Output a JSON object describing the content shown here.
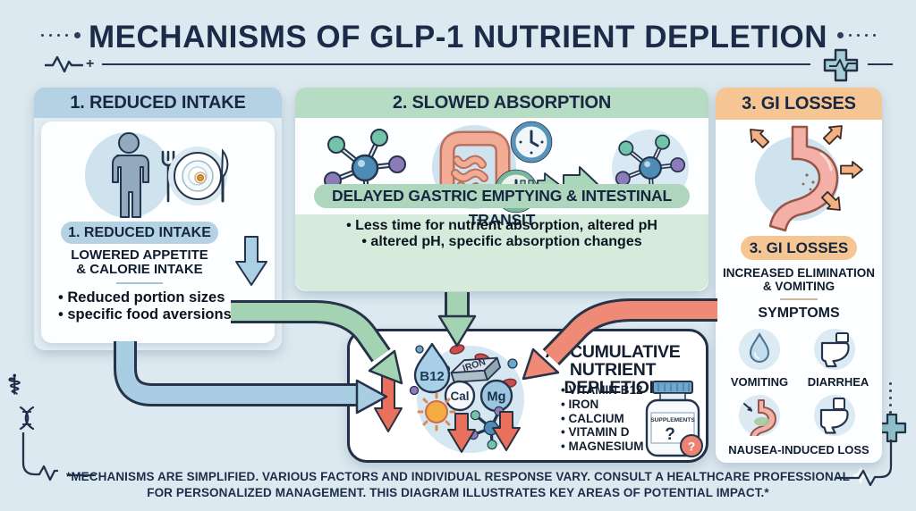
{
  "title": "MECHANISMS OF GLP-1 NUTRIENT DEPLETION",
  "decorations": {
    "plus": "+"
  },
  "panels": {
    "reduced_intake": {
      "header": "1. REDUCED INTAKE",
      "pill": "1. REDUCED INTAKE",
      "subtitle_line1": "LOWERED APPETITE",
      "subtitle_line2": "& CALORIE INTAKE",
      "bullets": [
        "Reduced portion sizes",
        "specific food aversions"
      ]
    },
    "slowed_absorption": {
      "header": "2. SLOWED ABSORPTION",
      "pill": "DELAYED GASTRIC EMPTYING & INTESTINAL TRANSIT",
      "bullets": [
        "Less time for nutrient absorption, altered pH",
        "altered pH, specific absorption changes"
      ]
    },
    "gi_losses": {
      "header": "3. GI LOSSES",
      "pill": "3. GI LOSSES",
      "subtitle_line1": "INCREASED ELIMINATION",
      "subtitle_line2": "& VOMITING",
      "symptoms_title": "SYMPTOMS",
      "symptom_labels": [
        "VOMITING",
        "DIARRHEA",
        "NAUSEA-INDUCED LOSS"
      ]
    }
  },
  "center": {
    "title_line1": "ACCUMULATIVE",
    "title_line2": "NUTRIENT DEPLETION",
    "nutrients": [
      "VITAMIN B12",
      "IRON",
      "CALCIUM",
      "VITAMIN D",
      "MAGNESIUM"
    ],
    "icon_labels": {
      "b12": "B12",
      "iron": "IRON",
      "calcium": "Cal",
      "magnesium": "Mg"
    },
    "bottle": {
      "label": "SUPPLEMENTS",
      "question": "?",
      "badge": "?"
    }
  },
  "footer": "*MECHANISMS ARE SIMPLIFIED. VARIOUS FACTORS AND INDIVIDUAL RESPONSE VARY. CONSULT A HEALTHCARE PROFESSIONAL FOR PERSONALIZED MANAGEMENT. THIS DIAGRAM ILLUSTRATES KEY AREAS OF POTENTIAL IMPACT.*",
  "colors": {
    "navy": "#1d2c49",
    "panel_blue": "#b5d2e4",
    "panel_green": "#b7dcc4",
    "panel_orange": "#f5c693",
    "arrow_blue": "#a9cde2",
    "arrow_green": "#a3d3b2",
    "arrow_red": "#ef8a76",
    "depletion_red": "#e8705c"
  }
}
